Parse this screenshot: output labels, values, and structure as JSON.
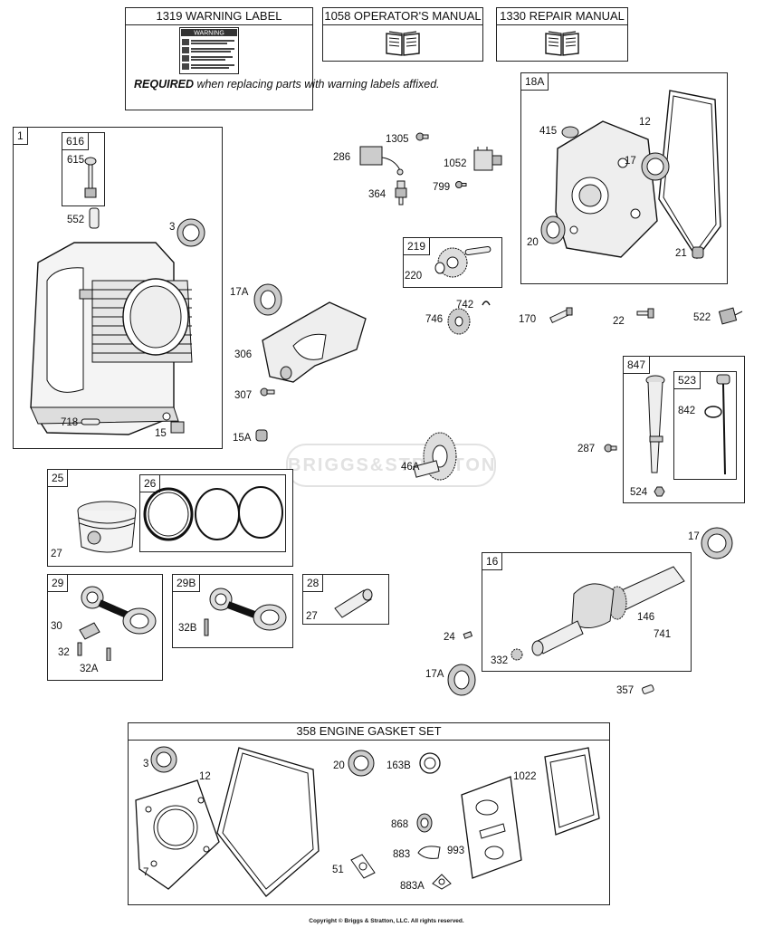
{
  "header_boxes": {
    "warning": {
      "title": "1319 WARNING LABEL",
      "label_heading": "WARNING",
      "required_bold": "REQUIRED",
      "required_text": " when replacing parts with warning labels affixed."
    },
    "operator_manual": {
      "title": "1058 OPERATOR'S MANUAL"
    },
    "repair_manual": {
      "title": "1330 REPAIR MANUAL"
    }
  },
  "groups": {
    "g1": "1",
    "g616": "616",
    "g18a": "18A",
    "g219": "219",
    "g847": "847",
    "g523": "523",
    "g25": "25",
    "g26": "26",
    "g29": "29",
    "g29b": "29B",
    "g28": "28",
    "g16": "16",
    "gasket_set": "358 ENGINE GASKET SET"
  },
  "callouts": {
    "c615": "615",
    "c552": "552",
    "c3a": "3",
    "c718": "718",
    "c15": "15",
    "c286": "286",
    "c1305": "1305",
    "c1052": "1052",
    "c364": "364",
    "c799": "799",
    "c415": "415",
    "c12a": "12",
    "c17a": "17",
    "c20a": "20",
    "c21": "21",
    "c220": "220",
    "c742": "742",
    "c746": "746",
    "c170": "170",
    "c22": "22",
    "c522": "522",
    "c17A1": "17A",
    "c306": "306",
    "c307": "307",
    "c15A": "15A",
    "c46A": "46A",
    "c287": "287",
    "c842": "842",
    "c524": "524",
    "c27a": "27",
    "c30": "30",
    "c32": "32",
    "c32A": "32A",
    "c32B": "32B",
    "c27b": "27",
    "c17b": "17",
    "c146": "146",
    "c741": "741",
    "c24": "24",
    "c332": "332",
    "c17A2": "17A",
    "c357": "357",
    "c3b": "3",
    "c12b": "12",
    "c20b": "20",
    "c163B": "163B",
    "c1022": "1022",
    "c868": "868",
    "c883": "883",
    "c993": "993",
    "c883A": "883A",
    "c7": "7",
    "c51": "51"
  },
  "watermark": "BRIGGS&STRATTON",
  "copyright": "Copyright © Briggs & Stratton, LLC. All rights reserved."
}
